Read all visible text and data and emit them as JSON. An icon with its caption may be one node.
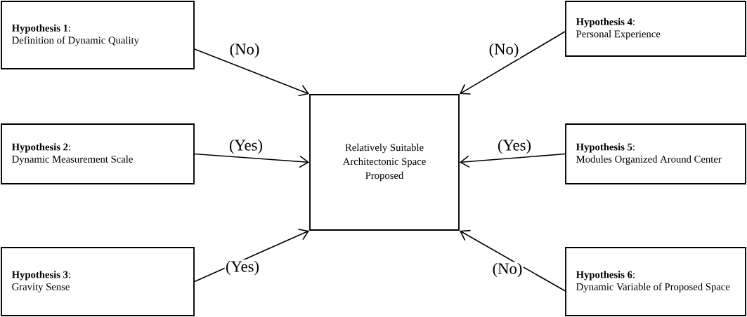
{
  "diagram": {
    "nodes": [
      {
        "text": [
          "**Hypothesis 1**:",
          "Definition of Dynamic Quality"
        ]
      },
      {
        "text": [
          "**Hypothesis 2**:",
          "Dynamic Measurement Scale"
        ]
      },
      {
        "text": [
          "**Hypothesis 3**:",
          "Gravity Sense"
        ]
      },
      {
        "text": [
          "**Hypothesis 4**:",
          "Personal Experience"
        ]
      },
      {
        "text": [
          "**Hypothesis 5**:",
          "Modules Organized Around Center"
        ]
      },
      {
        "text": [
          "**Hypothesis 6**:",
          "Dynamic Variable of Proposed Space"
        ]
      },
      {
        "text": [
          "Relatively Suitable Architectonic Space Proposed"
        ]
      }
    ],
    "edges": [
      {
        "from": 0,
        "to": 6,
        "arrow": "to",
        "label": "(No)"
      },
      {
        "from": 1,
        "to": 6,
        "arrow": "to",
        "label": "(Yes)"
      },
      {
        "from": 2,
        "to": 6,
        "arrow": "to",
        "label": "(Yes)"
      },
      {
        "from": 3,
        "to": 6,
        "arrow": "to",
        "label": "(No)"
      },
      {
        "from": 4,
        "to": 6,
        "arrow": "to",
        "label": "(Yes)"
      },
      {
        "from": 5,
        "to": 6,
        "arrow": "to",
        "label": "(No)"
      }
    ]
  }
}
